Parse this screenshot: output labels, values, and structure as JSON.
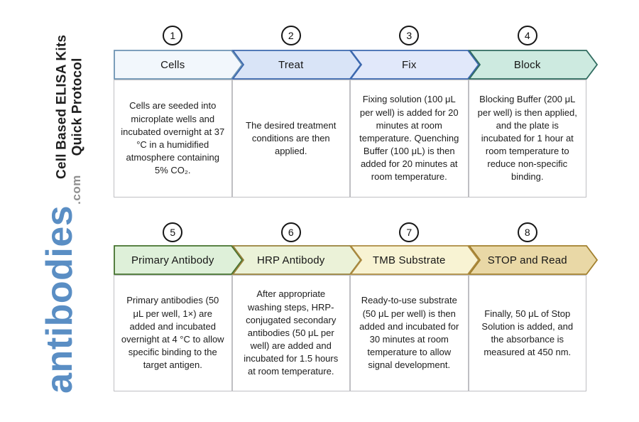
{
  "sidebar": {
    "title_line1": "Cell Based ELISA Kits",
    "title_line2": "Quick Protocol",
    "logo_text": "antibodies",
    "logo_suffix": ".com",
    "logo_color": "#5a8ec4",
    "title_color": "#1f1f1f"
  },
  "steps": [
    {
      "number": "1",
      "label": "Cells",
      "fill": "#f2f7fc",
      "stroke": "#6d93b3",
      "description": "Cells are seeded into microplate wells and incubated overnight at 37 °C in a humidified atmosphere containing 5% CO₂."
    },
    {
      "number": "2",
      "label": "Treat",
      "fill": "#d9e4f7",
      "stroke": "#3c68ae",
      "description": "The desired treatment conditions are then applied."
    },
    {
      "number": "3",
      "label": "Fix",
      "fill": "#e1e8fa",
      "stroke": "#3c68ae",
      "description": "Fixing solution (100 μL per well) is added for 20 minutes at room temperature. Quenching Buffer (100 μL) is then added for 20 minutes at room temperature."
    },
    {
      "number": "4",
      "label": "Block",
      "fill": "#cdeae0",
      "stroke": "#2f6b5f",
      "description": "Blocking Buffer (200 μL per well) is then applied, and the plate is incubated for 1 hour at room temperature to reduce non-specific binding."
    },
    {
      "number": "5",
      "label": "Primary Antibody",
      "fill": "#def0d9",
      "stroke": "#45722e",
      "description": "Primary antibodies (50 μL per well, 1×) are added and incubated overnight at 4 °C to allow specific binding to the target antigen."
    },
    {
      "number": "6",
      "label": "HRP Antibody",
      "fill": "#ebf2d8",
      "stroke": "#97803a",
      "description": "After appropriate washing steps, HRP-conjugated secondary antibodies (50 μL per well) are added and incubated for 1.5 hours at room temperature."
    },
    {
      "number": "7",
      "label": "TMB Substrate",
      "fill": "#f8f3d3",
      "stroke": "#ad8b40",
      "description": "Ready-to-use substrate (50 μL per well) is then added and incubated for 30 minutes at room temperature to allow signal development."
    },
    {
      "number": "8",
      "label": "STOP and Read",
      "fill": "#e9d8a6",
      "stroke": "#a2802e",
      "description": "Finally, 50 μL of Stop Solution is added, and the absorbance is measured at 450 nm."
    }
  ]
}
